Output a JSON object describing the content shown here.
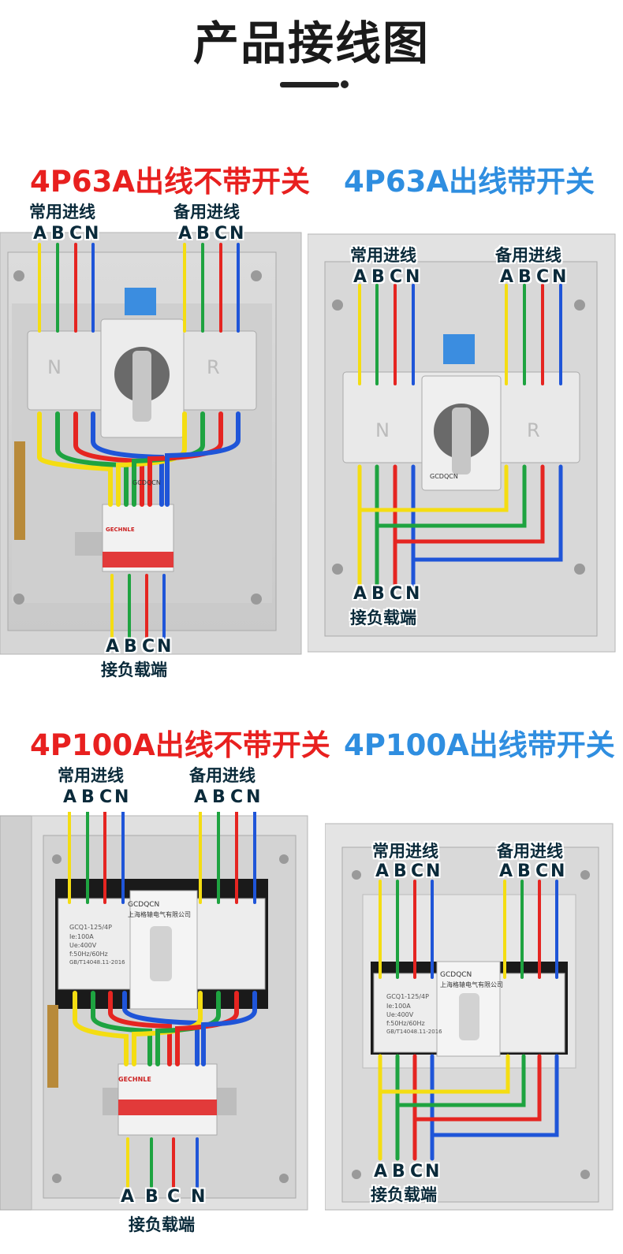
{
  "title": "产品接线图",
  "colors": {
    "phase_a": "#f4dd12",
    "phase_b": "#1ea340",
    "phase_c": "#e52521",
    "phase_n": "#1f55d8",
    "heading_red": "#e8201f",
    "heading_blue": "#2f8ee0"
  },
  "phases": [
    "A",
    "B",
    "C",
    "N"
  ],
  "labels": {
    "common_in": "常用进线",
    "backup_in": "备用进线",
    "load": "接负载端"
  },
  "panels": [
    {
      "heading": "4P63A出线不带开关"
    },
    {
      "heading": "4P63A出线带开关"
    },
    {
      "heading": "4P100A出线不带开关"
    },
    {
      "heading": "4P100A出线带开关"
    }
  ],
  "device_text": {
    "brand": "GCDQCN",
    "model": "GCQ1-125/4P",
    "ie": "Ie:100A",
    "ue": "Ue:400V",
    "freq": "f:50Hz/60Hz",
    "std": "GB/T14048.11-2016",
    "company": "上海格辕电气有限公司",
    "pole_n": "N",
    "pole_r": "R",
    "breaker_brand": "GECHNLE"
  }
}
